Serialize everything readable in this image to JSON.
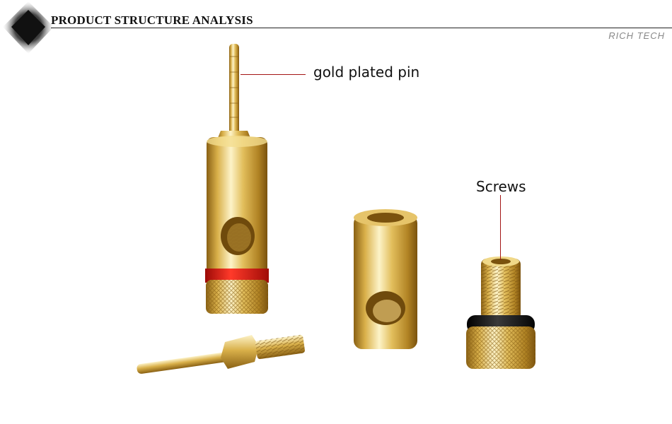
{
  "header": {
    "title": "PRODUCT STRUCTURE ANALYSIS",
    "brand": "RICH TECH"
  },
  "callouts": {
    "pin": "gold plated pin",
    "screws": "Screws"
  },
  "colors": {
    "gold_light": "#fbecae",
    "gold_mid": "#d9b04a",
    "gold_dark": "#8a6114",
    "red_ring": "#e0140f",
    "black_ring": "#151515",
    "leader": "#a31515"
  }
}
